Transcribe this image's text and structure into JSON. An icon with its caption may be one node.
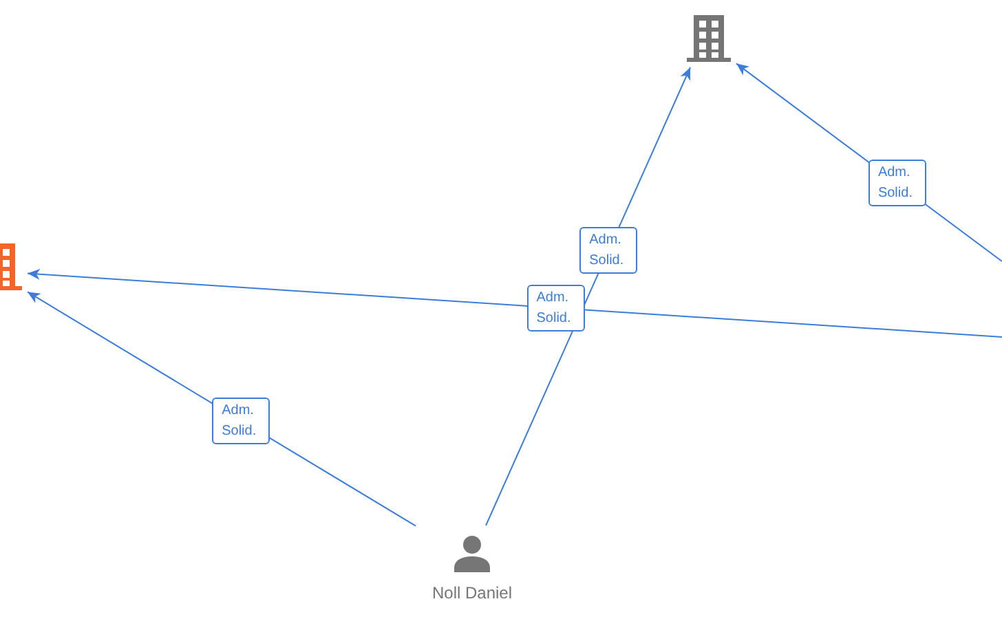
{
  "diagram": {
    "nodes": [
      {
        "text": [],
        "shape": "building"
      },
      {
        "text": [],
        "shape": "building"
      },
      {
        "text": [
          "Noll Daniel"
        ]
      }
    ],
    "edges": [
      {
        "from": 2,
        "to": 1,
        "arrow": "to",
        "label": "Adm. Solid."
      },
      {
        "from": 2,
        "to": 0,
        "arrow": "to",
        "label": "Adm. Solid."
      },
      {
        "from": null,
        "to": 1,
        "arrow": "to",
        "label": "Adm. Solid."
      },
      {
        "from": null,
        "to": 0,
        "arrow": "to",
        "label": "Adm. Solid."
      }
    ]
  }
}
